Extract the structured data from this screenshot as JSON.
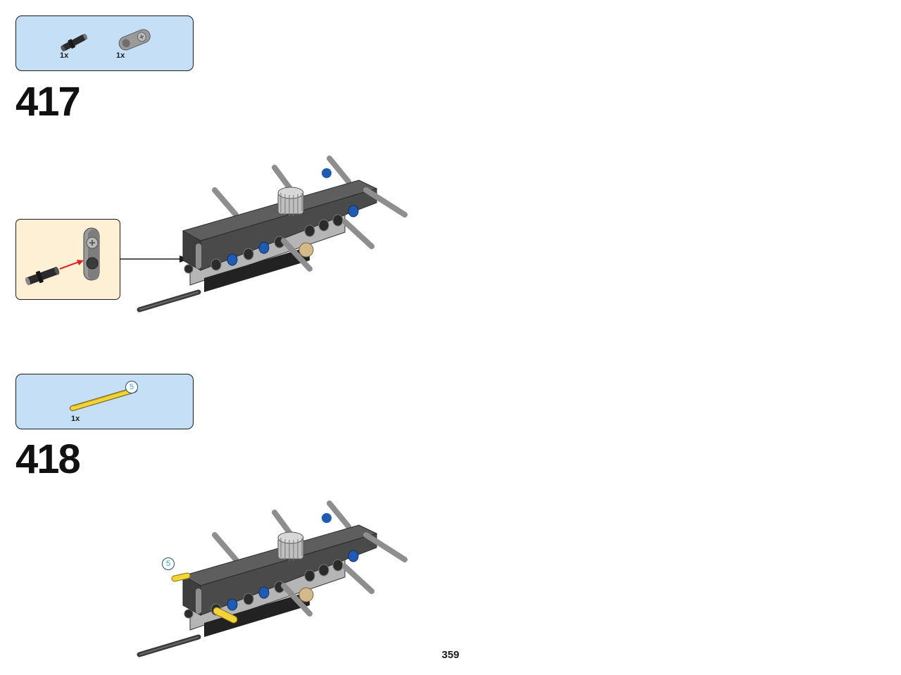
{
  "steps": [
    {
      "number": "417",
      "parts": [
        {
          "qty": "1x",
          "icon": "technic-pin-icon",
          "color": "#2b2b2b"
        },
        {
          "qty": "1x",
          "icon": "technic-connector-icon",
          "color": "#9a9a9a"
        }
      ]
    },
    {
      "number": "418",
      "parts": [
        {
          "qty": "1x",
          "icon": "technic-axle-icon",
          "color": "#f2d43a",
          "length": "5"
        }
      ],
      "callout_length": "5"
    }
  ],
  "colors": {
    "parts_box_bg": "#c4dff6",
    "callout_bg": "#fdf0d4",
    "beam_dark_gray": "#5e5e5e",
    "pin_blue": "#1f5bb3",
    "axle_yellow": "#f2d43a",
    "arrow_red": "#e32222"
  },
  "page": {
    "number": "359"
  }
}
